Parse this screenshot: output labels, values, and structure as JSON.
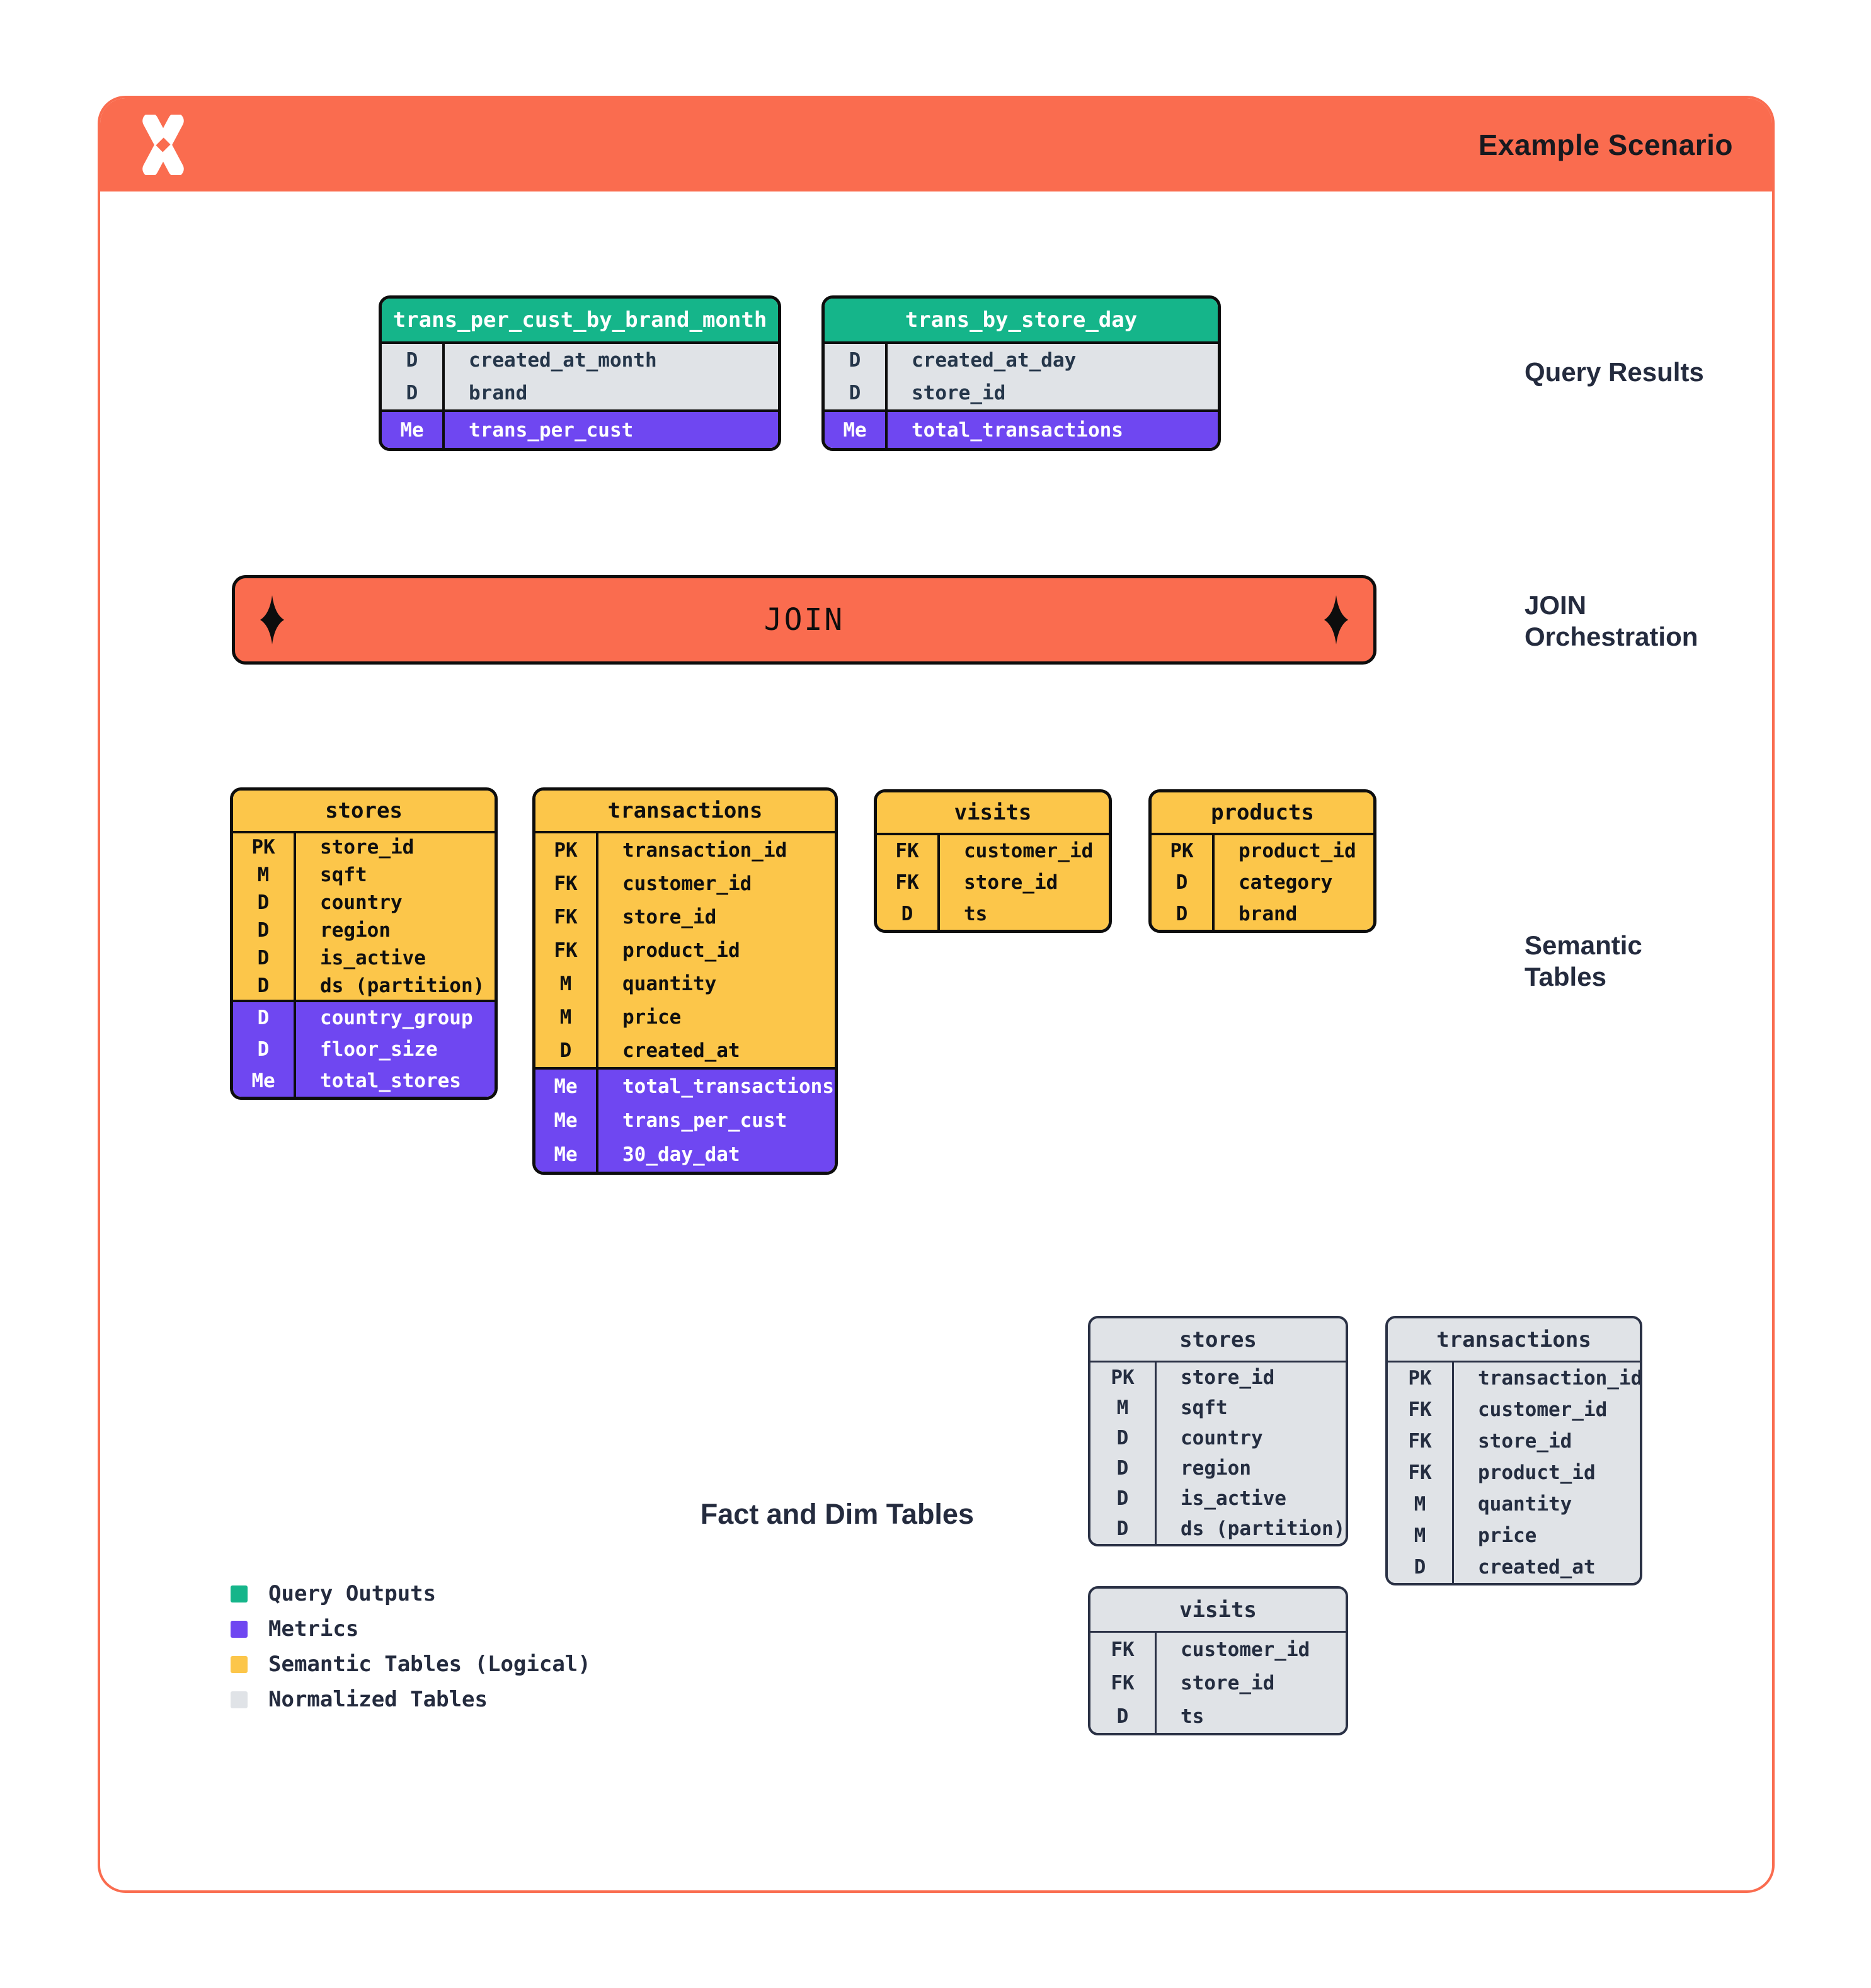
{
  "header": {
    "title": "Example Scenario",
    "logo": "x-logo"
  },
  "join_bar": {
    "label": "JOIN"
  },
  "side_labels": {
    "query_results": "Query Results",
    "join_orchestration_line1": "JOIN",
    "join_orchestration_line2": "Orchestration",
    "semantic_tables_line1": "Semantic",
    "semantic_tables_line2": "Tables",
    "fact_dim_tables": "Fact and Dim Tables"
  },
  "query_tables": [
    {
      "title": "trans_per_cust_by_brand_month",
      "dims": [
        {
          "key": "D",
          "name": "created_at_month"
        },
        {
          "key": "D",
          "name": "brand"
        }
      ],
      "metrics": [
        {
          "key": "Me",
          "name": "trans_per_cust"
        }
      ]
    },
    {
      "title": "trans_by_store_day",
      "dims": [
        {
          "key": "D",
          "name": "created_at_day"
        },
        {
          "key": "D",
          "name": "store_id"
        }
      ],
      "metrics": [
        {
          "key": "Me",
          "name": "total_transactions"
        }
      ]
    }
  ],
  "semantic_tables": [
    {
      "title": "stores",
      "dims": [
        {
          "key": "PK",
          "name": "store_id"
        },
        {
          "key": "M",
          "name": "sqft"
        },
        {
          "key": "D",
          "name": "country"
        },
        {
          "key": "D",
          "name": "region"
        },
        {
          "key": "D",
          "name": "is_active"
        },
        {
          "key": "D",
          "name": "ds (partition)"
        }
      ],
      "metrics": [
        {
          "key": "D",
          "name": "country_group"
        },
        {
          "key": "D",
          "name": "floor_size"
        },
        {
          "key": "Me",
          "name": "total_stores"
        }
      ]
    },
    {
      "title": "transactions",
      "dims": [
        {
          "key": "PK",
          "name": "transaction_id"
        },
        {
          "key": "FK",
          "name": "customer_id"
        },
        {
          "key": "FK",
          "name": "store_id"
        },
        {
          "key": "FK",
          "name": "product_id"
        },
        {
          "key": "M",
          "name": "quantity"
        },
        {
          "key": "M",
          "name": "price"
        },
        {
          "key": "D",
          "name": "created_at"
        }
      ],
      "metrics": [
        {
          "key": "Me",
          "name": "total_transactions"
        },
        {
          "key": "Me",
          "name": "trans_per_cust"
        },
        {
          "key": "Me",
          "name": "30_day_dat"
        }
      ]
    },
    {
      "title": "visits",
      "dims": [
        {
          "key": "FK",
          "name": "customer_id"
        },
        {
          "key": "FK",
          "name": "store_id"
        },
        {
          "key": "D",
          "name": "ts"
        }
      ],
      "metrics": []
    },
    {
      "title": "products",
      "dims": [
        {
          "key": "PK",
          "name": "product_id"
        },
        {
          "key": "D",
          "name": "category"
        },
        {
          "key": "D",
          "name": "brand"
        }
      ],
      "metrics": []
    }
  ],
  "normalized_tables": [
    {
      "title": "stores",
      "dims": [
        {
          "key": "PK",
          "name": "store_id"
        },
        {
          "key": "M",
          "name": "sqft"
        },
        {
          "key": "D",
          "name": "country"
        },
        {
          "key": "D",
          "name": "region"
        },
        {
          "key": "D",
          "name": "is_active"
        },
        {
          "key": "D",
          "name": "ds (partition)"
        }
      ],
      "metrics": []
    },
    {
      "title": "transactions",
      "dims": [
        {
          "key": "PK",
          "name": "transaction_id"
        },
        {
          "key": "FK",
          "name": "customer_id"
        },
        {
          "key": "FK",
          "name": "store_id"
        },
        {
          "key": "FK",
          "name": "product_id"
        },
        {
          "key": "M",
          "name": "quantity"
        },
        {
          "key": "M",
          "name": "price"
        },
        {
          "key": "D",
          "name": "created_at"
        }
      ],
      "metrics": []
    },
    {
      "title": "visits",
      "dims": [
        {
          "key": "FK",
          "name": "customer_id"
        },
        {
          "key": "FK",
          "name": "store_id"
        },
        {
          "key": "D",
          "name": "ts"
        }
      ],
      "metrics": []
    }
  ],
  "legend": [
    {
      "color": "#15B58A",
      "label": "Query Outputs"
    },
    {
      "color": "#6F47F1",
      "label": "Metrics"
    },
    {
      "color": "#FCC64A",
      "label": "Semantic Tables (Logical)"
    },
    {
      "color": "#E0E3E7",
      "label": "Normalized Tables"
    }
  ],
  "colors": {
    "accent_orange": "#FA6C4F",
    "green": "#15B58A",
    "purple": "#6F47F1",
    "yellow": "#FCC64A",
    "normalized_gray": "#E0E3E7",
    "ink": "#242B3E"
  }
}
